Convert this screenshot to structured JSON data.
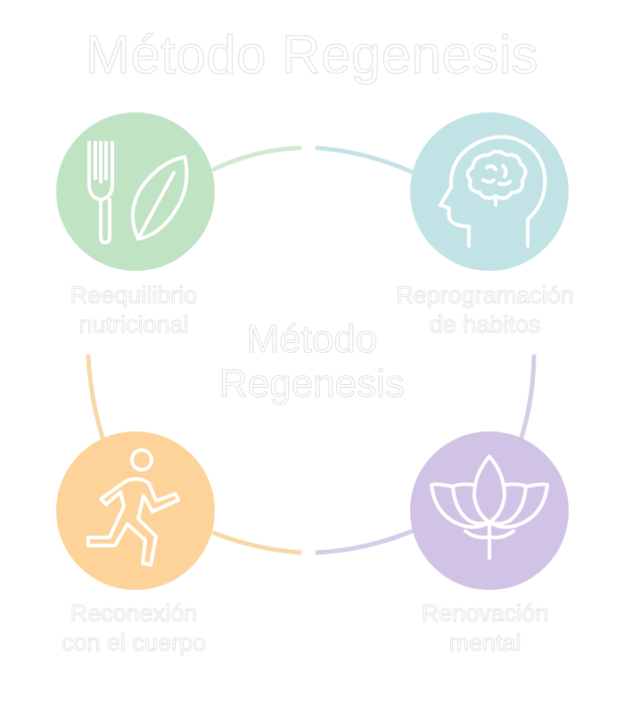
{
  "title": "Método Regenesis",
  "center": {
    "line1": "Método",
    "line2": "Regenesis"
  },
  "nodes": [
    {
      "line1": "Reequilibrio",
      "line2": "nutricional",
      "icon": "fork-leaf-icon",
      "color": "#bfe3c3"
    },
    {
      "line1": "Reprogramación",
      "line2": "de habitos",
      "icon": "head-brain-icon",
      "color": "#c2e3e6"
    },
    {
      "line1": "Reconexión",
      "line2": "con el cuerpo",
      "icon": "runner-icon",
      "color": "#fdd39a"
    },
    {
      "line1": "Renovación",
      "line2": "mental",
      "icon": "lotus-icon",
      "color": "#d0c3e6"
    }
  ]
}
